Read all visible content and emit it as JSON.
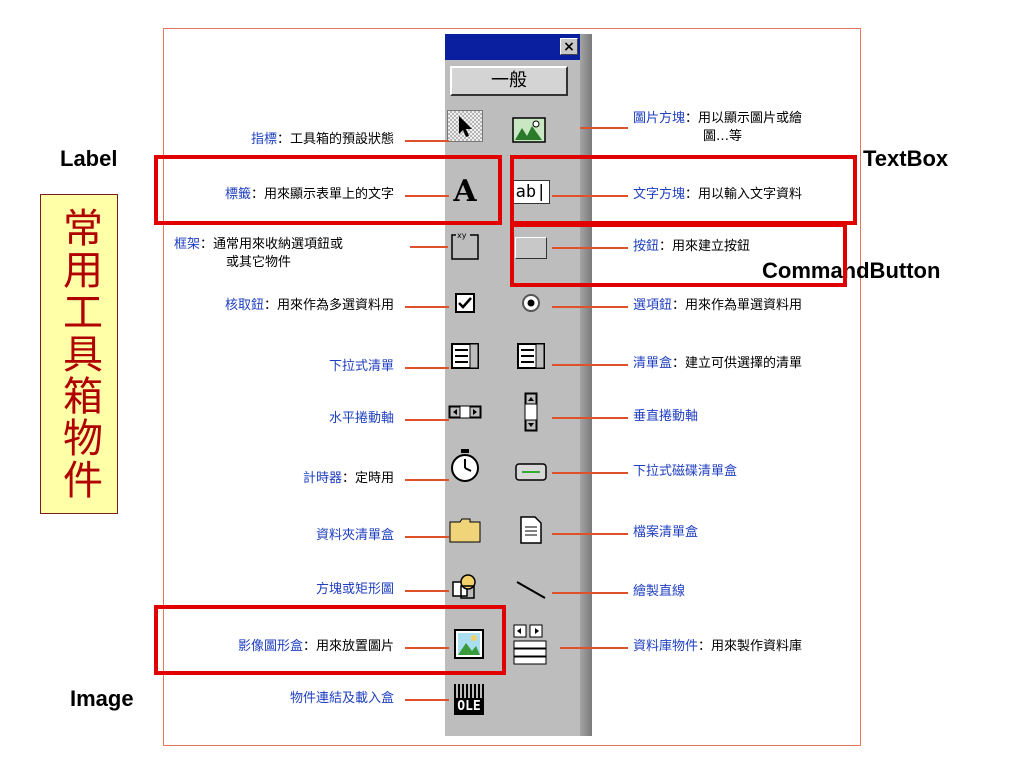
{
  "title": "常用工具箱物件",
  "labels": {
    "label": "Label",
    "textbox": "TextBox",
    "commandbutton": "CommandButton",
    "image": "Image"
  },
  "toolbox": {
    "close": "×",
    "general_tab": "一般"
  },
  "left_items": [
    {
      "name": "指標",
      "desc": "：工具箱的預設狀態",
      "desc2": ""
    },
    {
      "name": "標籤",
      "desc": "：用來顯示表單上的文字",
      "desc2": ""
    },
    {
      "name": "框架",
      "desc": "：通常用來收納選項鈕或",
      "desc2": "或其它物件"
    },
    {
      "name": "核取鈕",
      "desc": "：用來作為多選資料用",
      "desc2": ""
    },
    {
      "name": "下拉式清單",
      "desc": "",
      "desc2": ""
    },
    {
      "name": "水平捲動軸",
      "desc": "",
      "desc2": ""
    },
    {
      "name": "計時器",
      "desc": "：定時用",
      "desc2": ""
    },
    {
      "name": "資料夾清單盒",
      "desc": "",
      "desc2": ""
    },
    {
      "name": "方塊或矩形圖",
      "desc": "",
      "desc2": ""
    },
    {
      "name": "影像圖形盒",
      "desc": "：用來放置圖片",
      "desc2": ""
    },
    {
      "name": "物件連結及載入盒",
      "desc": "",
      "desc2": ""
    }
  ],
  "right_items": [
    {
      "name": "圖片方塊",
      "desc": "：用以顯示圖片或繪",
      "desc2": "圖…等"
    },
    {
      "name": "文字方塊",
      "desc": "：用以輸入文字資料",
      "desc2": ""
    },
    {
      "name": "按鈕",
      "desc": "：用來建立按鈕",
      "desc2": ""
    },
    {
      "name": "選項鈕",
      "desc": "：用來作為單選資料用",
      "desc2": ""
    },
    {
      "name": "清單盒",
      "desc": "：建立可供選擇的清單",
      "desc2": ""
    },
    {
      "name": "垂直捲動軸",
      "desc": "",
      "desc2": ""
    },
    {
      "name": "下拉式磁碟清單盒",
      "desc": "",
      "desc2": ""
    },
    {
      "name": "檔案清單盒",
      "desc": "",
      "desc2": ""
    },
    {
      "name": "繪製直線",
      "desc": "",
      "desc2": ""
    },
    {
      "name": "資料庫物件",
      "desc": "：用來製作資料庫",
      "desc2": ""
    }
  ],
  "icons": {
    "left_column": [
      "pointer-icon",
      "label-a-icon",
      "frame-icon",
      "checkbox-icon",
      "combobox-icon",
      "hscrollbar-icon",
      "timer-icon",
      "dirlistbox-icon",
      "shape-icon",
      "image-icon",
      "ole-icon"
    ],
    "right_column": [
      "picturebox-icon",
      "textbox-icon",
      "commandbutton-icon",
      "optionbutton-icon",
      "listbox-icon",
      "vscrollbar-icon",
      "drivelistbox-icon",
      "filelistbox-icon",
      "line-icon",
      "data-icon"
    ],
    "textbox_glyph": "ab|",
    "ole_glyph": "OLE",
    "label_glyph": "A"
  },
  "colors": {
    "highlight": "#e00000",
    "leader_line": "#e0502a",
    "item_name": "#1f3fc0",
    "title_bg": "#ffffa8",
    "title_text": "#b00000",
    "toolbar_title": "#0a1fa0"
  }
}
